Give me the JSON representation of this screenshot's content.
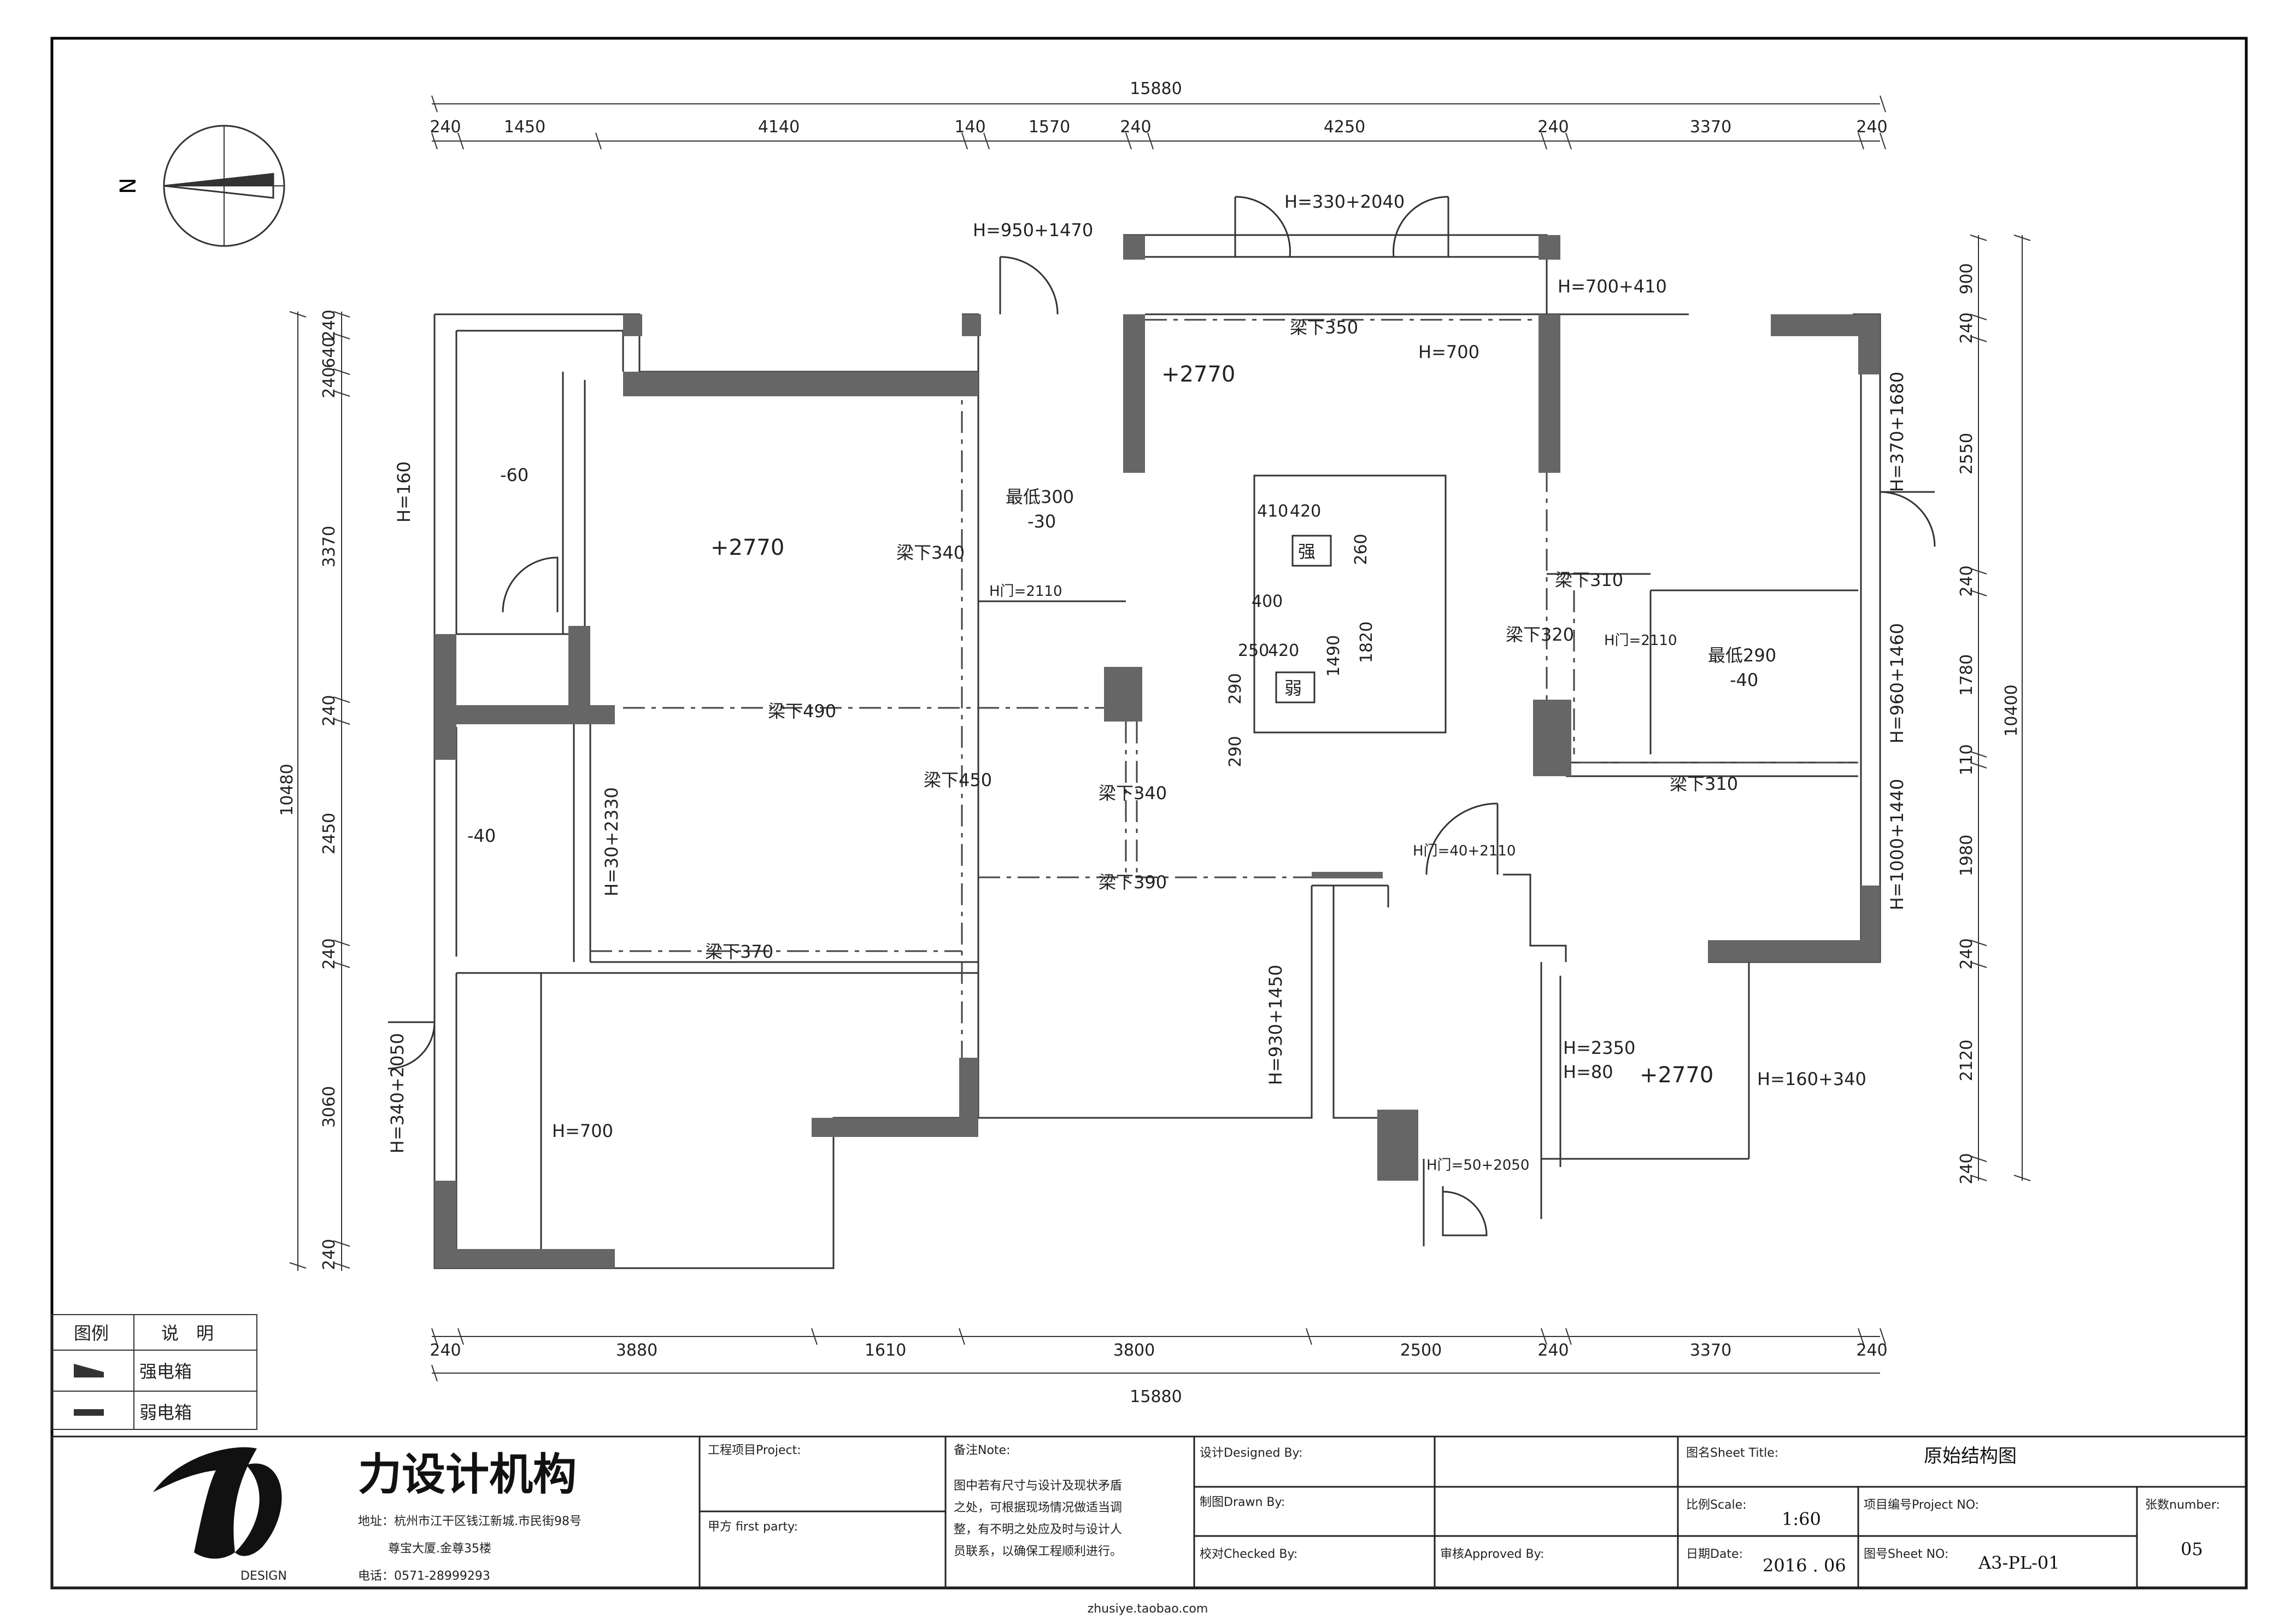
{
  "dims": {
    "top_total": "15880",
    "top": [
      "240",
      "1450",
      "4140",
      "140",
      "1570",
      "240",
      "4250",
      "240",
      "3370",
      "240"
    ],
    "bottom": [
      "240",
      "3880",
      "1610",
      "3800",
      "2500",
      "240",
      "3370",
      "240"
    ],
    "bottom_total": "15880",
    "left": [
      "240",
      "640",
      "240",
      "3370",
      "240",
      "2450",
      "240",
      "3060",
      "240"
    ],
    "left_total": "10480",
    "right": [
      "900",
      "240",
      "2550",
      "240",
      "1780",
      "110",
      "1980",
      "240",
      "2120",
      "240"
    ],
    "right_total": "10400",
    "core": [
      "410",
      "420",
      "260",
      "400",
      "1490",
      "1820",
      "250",
      "420",
      "290",
      "290"
    ]
  },
  "compass": {
    "north": "N"
  },
  "labels": {
    "h_950": "H=950+1470",
    "h_330": "H=330+2040",
    "h_700_410": "H=700+410",
    "h_160": "H=160",
    "m60": "-60",
    "plus2770_a": "+2770",
    "plus2770_b": "+2770",
    "plus2770_c": "+2770",
    "beam350": "梁下350",
    "h700_top": "H=700",
    "lowest300": "最低300",
    "m30": "-30",
    "beam340_a": "梁下340",
    "door2110_a": "H门=2110",
    "beam490": "梁下490",
    "beam450": "梁下450",
    "beam340_b": "梁下340",
    "beam390": "梁下390",
    "beam370": "梁下370",
    "m40_a": "-40",
    "h30": "H=30+2330",
    "h370_1680": "H=370+1680",
    "beam310_a": "梁下310",
    "beam320": "梁下320",
    "door2110_b": "H门=2110",
    "lowest290": "最低290",
    "m40_b": "-40",
    "beam310_b": "梁下310",
    "h960": "H=960+1460",
    "h1000": "H=1000+1440",
    "door40": "H门=40+2110",
    "h930": "H=930+1450",
    "h2350": "H=2350",
    "h80": "H=80",
    "h160_340": "H=160+340",
    "door50": "H门=50+2050",
    "h340": "H=340+2050",
    "h700_bot": "H=700",
    "strong": "强",
    "weak": "弱"
  },
  "legend": {
    "col1": "图例",
    "col2": "说　明",
    "items": [
      "强电箱",
      "弱电箱"
    ]
  },
  "title_block": {
    "company": "力设计机构",
    "logo_sub": "DESIGN",
    "address_1": "地址：杭州市江干区钱江新城.市民街98号",
    "address_2": "尊宝大厦.金尊35楼",
    "phone": "电话：0571-28999293",
    "project": "工程项目Project:",
    "first_party": "甲方 first party:",
    "note_label": "备注Note:",
    "note_1": "图中若有尺寸与设计及现状矛盾",
    "note_2": "之处，可根据现场情况做适当调",
    "note_3": "整，有不明之处应及时与设计人",
    "note_4": "员联系，以确保工程顺利进行。",
    "designed_by": "设计Designed By:",
    "drawn_by": "制图Drawn By:",
    "checked_by": "校对Checked By:",
    "approved_by": "审核Approved By:",
    "sheet_title_label": "图名Sheet Title:",
    "sheet_title": "原始结构图",
    "scale_label": "比例Scale:",
    "scale": "1:60",
    "project_no_label": "项目编号Project NO:",
    "date_label": "日期Date:",
    "date": "2016 . 06",
    "drawing_no_label": "图号Sheet NO:",
    "drawing_no": "A3-PL-01",
    "sheet_num_label": "张数number:",
    "sheet_num": "05"
  },
  "watermark": "zhusiye.taobao.com"
}
